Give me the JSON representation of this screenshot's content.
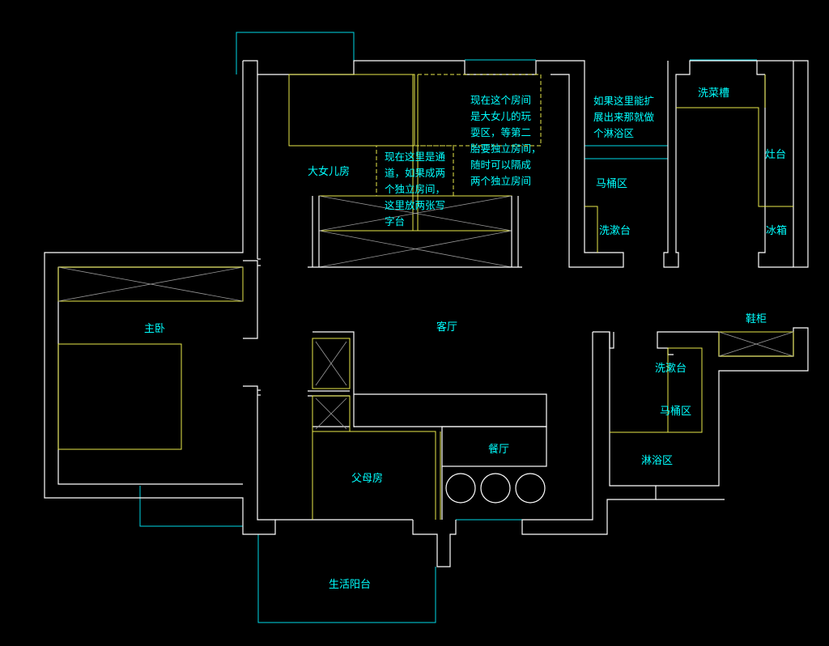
{
  "colors": {
    "background": "#000000",
    "wall": "#ffffff",
    "label": "#00ffff",
    "furniture": "#e8e84a",
    "window": "#00d7e6"
  },
  "rooms": {
    "eldest_daughter": "大女儿房",
    "master_bedroom": "主卧",
    "living_room": "客厅",
    "dining_room": "餐厅",
    "parents_room": "父母房",
    "living_balcony": "生活阳台",
    "toilet_area_top": "马桶区",
    "washbasin_top": "洗漱台",
    "sink": "洗菜槽",
    "stove": "灶台",
    "fridge": "冰箱",
    "shoe_cabinet": "鞋柜",
    "washbasin_bottom": "洗漱台",
    "toilet_area_bottom": "马桶区",
    "shower_area": "淋浴区"
  },
  "notes": {
    "play_area": [
      "现在这个房间",
      "是大女儿的玩",
      "耍区，等第二",
      "胎要独立房间，",
      "随时可以隔成",
      "两个独立房间"
    ],
    "passage": [
      "现在这里是通",
      "道，如果成两",
      "个独立房间，",
      "这里放两张写",
      "字台"
    ],
    "expand_shower": [
      "如果这里能扩",
      "展出来那就做",
      "个淋浴区"
    ]
  }
}
